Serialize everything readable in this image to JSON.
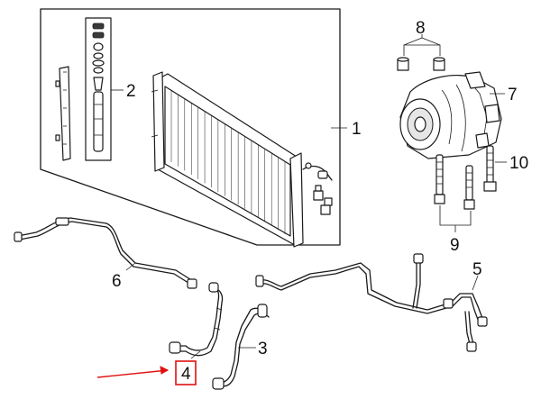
{
  "diagram": {
    "callouts": [
      {
        "id": "1",
        "label": "1"
      },
      {
        "id": "2",
        "label": "2"
      },
      {
        "id": "3",
        "label": "3"
      },
      {
        "id": "4",
        "label": "4",
        "highlighted": true
      },
      {
        "id": "5",
        "label": "5"
      },
      {
        "id": "6",
        "label": "6"
      },
      {
        "id": "7",
        "label": "7"
      },
      {
        "id": "8",
        "label": "8"
      },
      {
        "id": "9",
        "label": "9"
      },
      {
        "id": "10",
        "label": "10"
      }
    ],
    "highlight_color": "#e01010",
    "line_color": "#1a1a1a"
  }
}
